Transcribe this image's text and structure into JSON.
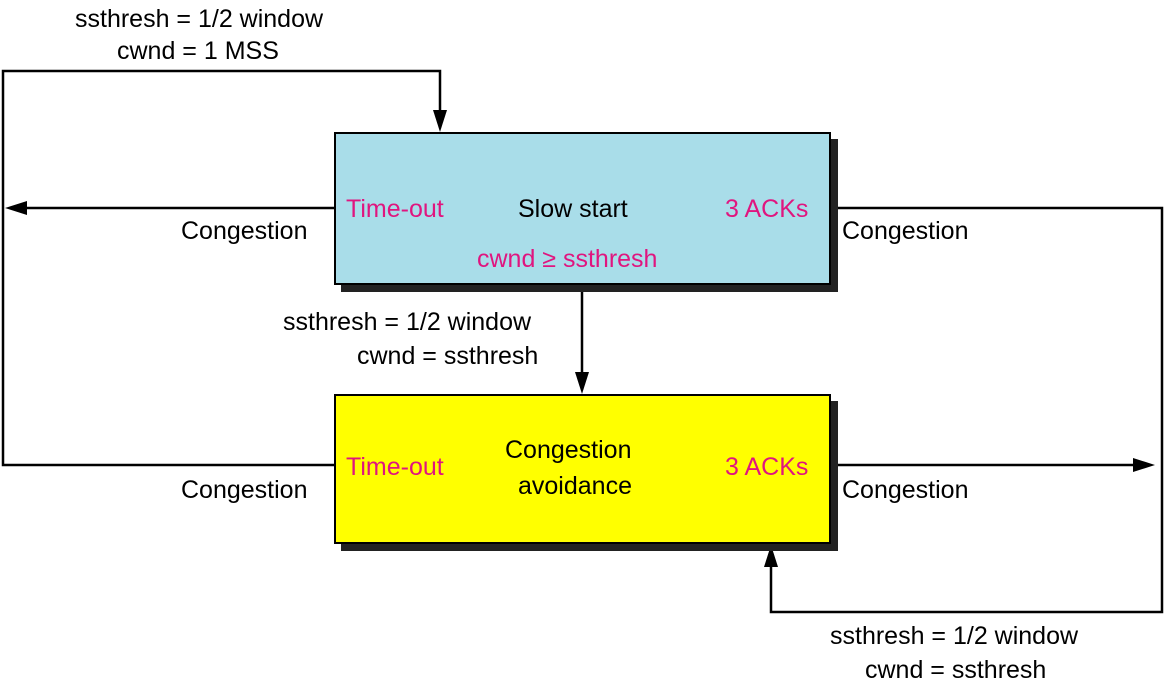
{
  "colors": {
    "slow_start_fill": "#a9dde9",
    "congestion_avoidance_fill": "#ffff00",
    "accent": "#e0157f",
    "line": "#000000"
  },
  "slow_start": {
    "title": "Slow start",
    "left_event": "Time-out",
    "right_event": "3 ACKs",
    "transition_condition": "cwnd ≥ ssthresh"
  },
  "congestion_avoidance": {
    "title_line1": "Congestion",
    "title_line2": "avoidance",
    "left_event": "Time-out",
    "right_event": "3 ACKs"
  },
  "edges": {
    "top_entry": {
      "line1": "ssthresh = 1/2 window",
      "line2": "cwnd = 1 MSS"
    },
    "middle": {
      "line1": "ssthresh = 1/2 window",
      "line2": "cwnd = ssthresh"
    },
    "bottom": {
      "line1": "ssthresh = 1/2 window",
      "line2": "cwnd = ssthresh"
    },
    "congestion_label": "Congestion"
  }
}
